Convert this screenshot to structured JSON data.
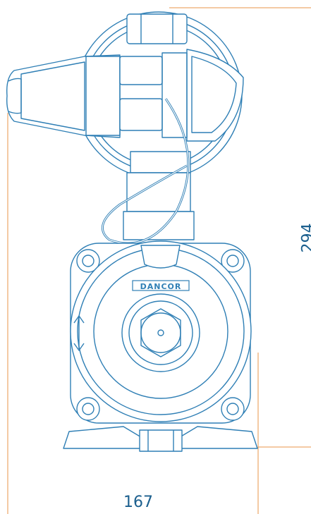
{
  "dimensions": {
    "width_label": "167",
    "height_label": "294"
  },
  "brand": {
    "logo_text": "DANCOR"
  },
  "colors": {
    "line": "#2f7fb5",
    "line_dark": "#1b5f8e",
    "dimension_line": "#e8944a",
    "background": "#ffffff"
  }
}
